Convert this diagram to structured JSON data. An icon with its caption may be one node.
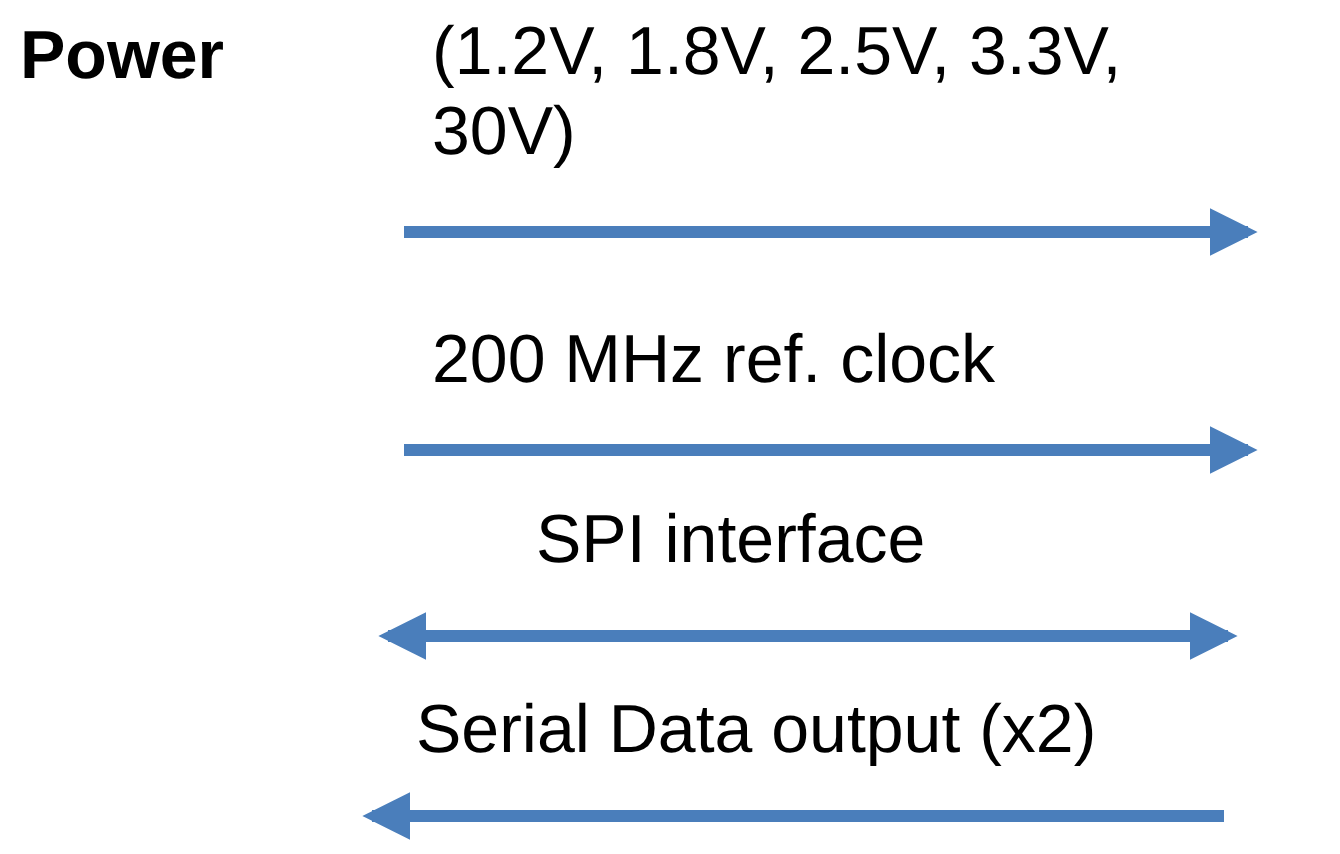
{
  "diagram": {
    "labels": [
      "Power",
      "(1.2V, 1.8V, 2.5V, 3.3V, 30V)",
      "200 MHz ref. clock",
      "SPI interface",
      "Serial Data output (x2)"
    ]
  }
}
